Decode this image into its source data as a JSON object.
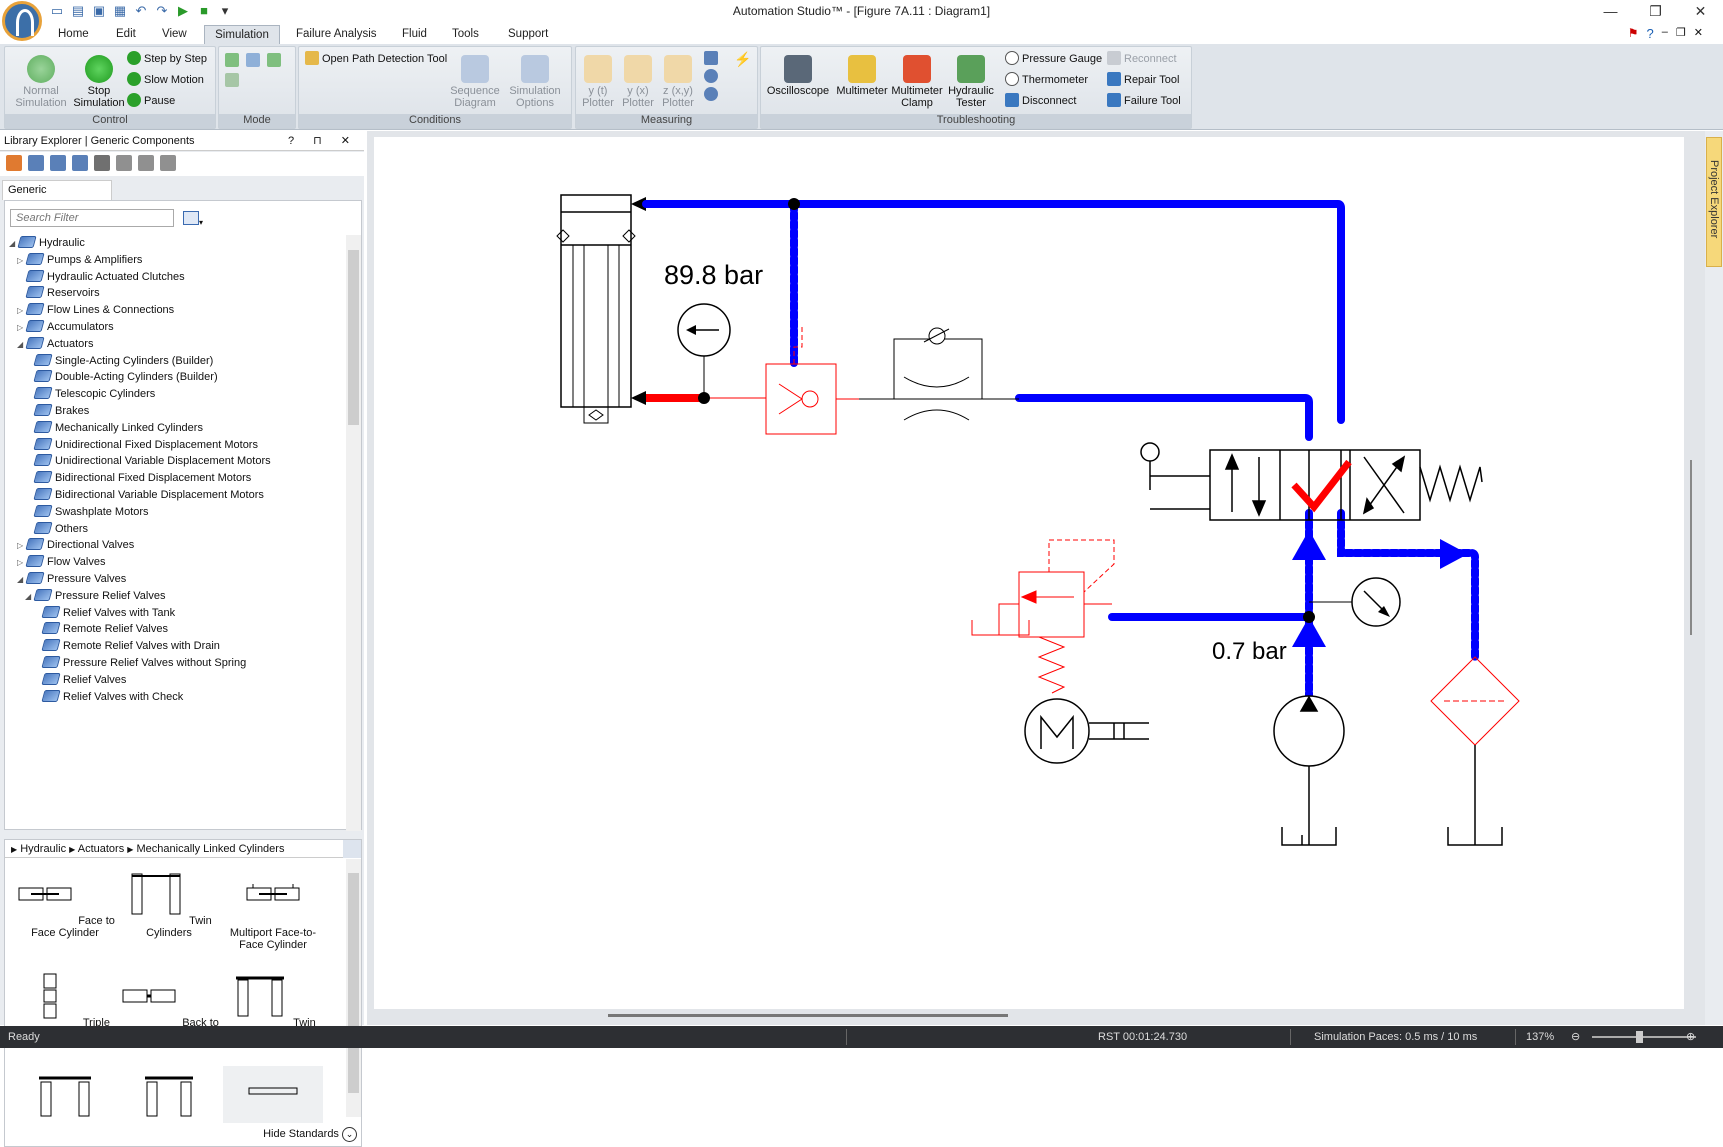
{
  "window": {
    "title": "Automation Studio™ - [Figure 7A.11 : Diagram1]"
  },
  "tabs": [
    {
      "label": "Home"
    },
    {
      "label": "Edit"
    },
    {
      "label": "View"
    },
    {
      "label": "Simulation"
    },
    {
      "label": "Failure Analysis"
    },
    {
      "label": "Fluid"
    },
    {
      "label": "Tools"
    },
    {
      "label": "Support"
    }
  ],
  "ribbon": {
    "control": {
      "title": "Control",
      "normal_sim": "Normal Simulation",
      "stop_sim": "Stop Simulation",
      "step": "Step by Step",
      "slow": "Slow Motion",
      "pause": "Pause"
    },
    "mode": {
      "title": "Mode"
    },
    "conditions": {
      "title": "Conditions",
      "open_path": "Open Path Detection Tool",
      "sequence": "Sequence Diagram",
      "options": "Simulation Options"
    },
    "measuring": {
      "title": "Measuring",
      "yt": "y (t) Plotter",
      "yx": "y (x) Plotter",
      "zxy": "z (x,y) Plotter"
    },
    "troubleshooting": {
      "title": "Troubleshooting",
      "oscilloscope": "Oscilloscope",
      "multimeter": "Multimeter",
      "clamp": "Multimeter Clamp",
      "tester": "Hydraulic Tester",
      "pgauge": "Pressure Gauge",
      "thermo": "Thermometer",
      "disconnect": "Disconnect",
      "reconnect": "Reconnect",
      "repair": "Repair Tool",
      "failure": "Failure Tool"
    }
  },
  "library": {
    "header": "Library Explorer | Generic Components",
    "header_btns": "? ⊓ ✕",
    "tab": "Generic Components",
    "search_placeholder": "Search Filter",
    "tree": [
      "Hydraulic",
      "Pumps & Amplifiers",
      "Hydraulic Actuated Clutches",
      "Reservoirs",
      "Flow Lines & Connections",
      "Accumulators",
      "Actuators",
      "Single-Acting Cylinders (Builder)",
      "Double-Acting Cylinders (Builder)",
      "Telescopic Cylinders",
      "Brakes",
      "Mechanically Linked Cylinders",
      "Unidirectional Fixed Displacement Motors",
      "Unidirectional Variable Displacement Motors",
      "Bidirectional Fixed Displacement Motors",
      "Bidirectional Variable Displacement Motors",
      "Swashplate Motors",
      "Others",
      "Directional Valves",
      "Flow Valves",
      "Pressure Valves",
      "Pressure Relief Valves",
      "Relief Valves with Tank",
      "Remote Relief Valves",
      "Remote Relief Valves with Drain",
      "Pressure Relief Valves without Spring",
      "Relief Valves",
      "Relief Valves with Check"
    ],
    "breadcrumb": [
      "Hydraulic",
      "Actuators",
      "Mechanically Linked Cylinders"
    ],
    "components": [
      "Face to Face Cylinder",
      "Twin Cylinders",
      "Multiport Face-to-Face Cylinder",
      "Triple Cylinders",
      "Back to Back Cylinders",
      "Twin Cylinders"
    ],
    "hide_standards": "Hide Standards"
  },
  "diagram": {
    "pressure_top": "89.8 bar",
    "pressure_bottom": "0.7 bar"
  },
  "project_explorer": "Project Explorer",
  "status": {
    "ready": "Ready",
    "rst": "RST 00:01:24.730",
    "paces": "Simulation Paces: 0.5 ms / 10 ms",
    "zoom": "137%"
  },
  "colors": {
    "pressure_line": "#0000ff",
    "active_line": "#ff0000",
    "accent": "#e8a23a"
  }
}
